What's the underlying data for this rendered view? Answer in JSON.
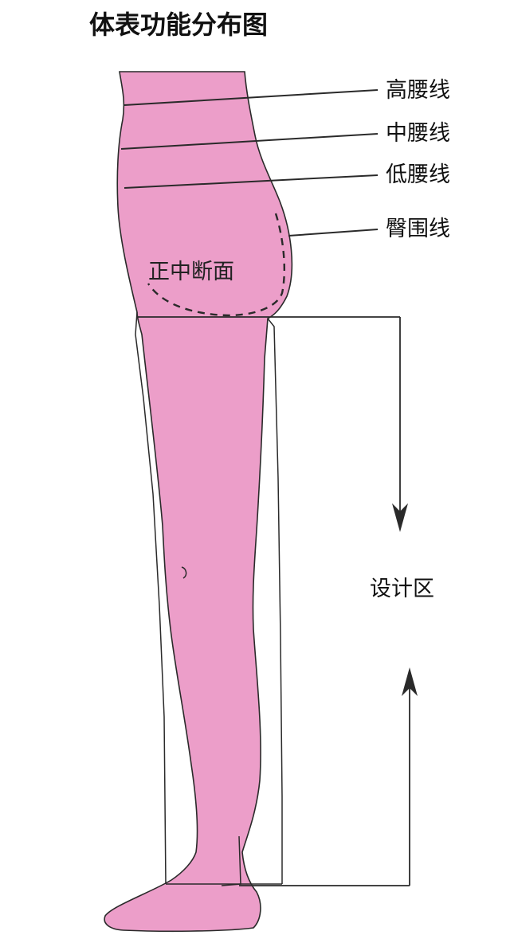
{
  "diagram": {
    "title": "体表功能分布图",
    "labels": {
      "high_waist": "高腰线",
      "mid_waist": "中腰线",
      "low_waist": "低腰线",
      "hip": "臀围线",
      "median_section": "正中断面",
      "design_zone": "设计区"
    },
    "colors": {
      "body_fill": "#ec9ec9",
      "outline": "#2a2a2a",
      "background": "#ffffff"
    }
  }
}
